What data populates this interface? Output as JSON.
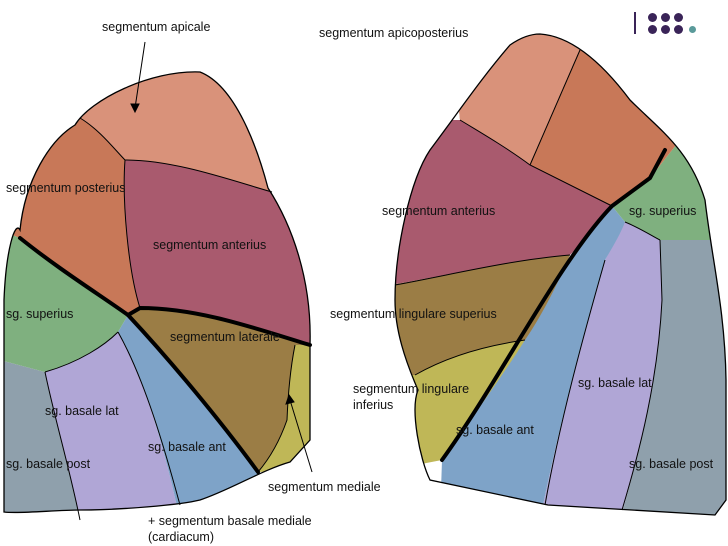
{
  "labels": {
    "apicale": "segmentum apicale",
    "apicoposterius": "segmentum apicoposterius",
    "posterius": "segmentum posterius",
    "anterius_right": "segmentum anterius",
    "anterius_left": "segmentum anterius",
    "superius_right": "sg. superius",
    "superius_left": "sg. superius",
    "laterale": "segmentum laterale",
    "lingulare_superius": "segmentum lingulare superius",
    "lingulare_inferius_1": "segmentum lingulare",
    "lingulare_inferius_2": "inferius",
    "basale_lat_right": "sg. basale lat",
    "basale_lat_left": "sg. basale lat",
    "basale_ant_right": "sg. basale ant",
    "basale_ant_left": "sg. basale ant",
    "basale_post_right": "sg. basale post",
    "basale_post_left": "sg. basale post",
    "mediale": "segmentum mediale",
    "basale_mediale_1": "+ segmentum basale mediale",
    "basale_mediale_2": "(cardiacum)"
  },
  "colors": {
    "apical": "#d9927a",
    "posterior": "#c87858",
    "anterior": "#a95a6e",
    "superior": "#7fb07f",
    "lateral_middle": "#9b7d45",
    "medial_middle": "#bfb757",
    "basal_anterior": "#7ea3c8",
    "basal_lateral": "#b0a6d6",
    "basal_posterior": "#8fa0ac",
    "fissure": "#000000",
    "logo": "#3a2458"
  },
  "icons": {
    "logo": "dots-grid-icon"
  }
}
